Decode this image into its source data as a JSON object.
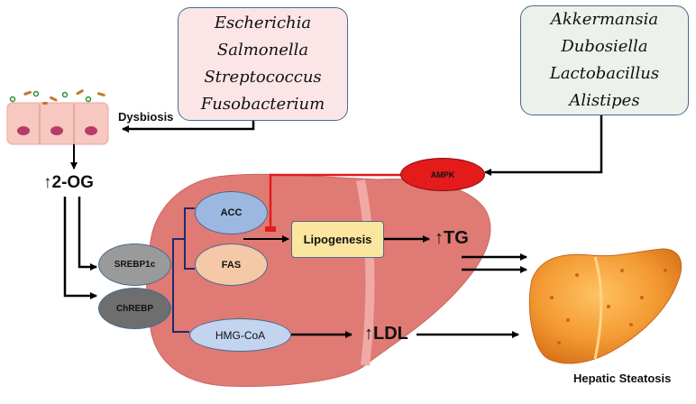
{
  "pathogenic_bacteria": [
    "Escherichia",
    "Salmonella",
    "Streptococcus",
    "Fusobacterium"
  ],
  "beneficial_bacteria": [
    "Akkermansia",
    "Dubosiella",
    "Lactobacillus",
    "Alistipes"
  ],
  "labels": {
    "dysbiosis": "Dysbiosis",
    "two_og": "↑2-OG",
    "tg": "↑TG",
    "ldl": "↑LDL",
    "hepatic_steatosis": "Hepatic Steatosis"
  },
  "nodes": {
    "ampk": "AMPK",
    "acc": "ACC",
    "fas": "FAS",
    "srebp1c": "SREBP1c",
    "chrebp": "ChREBP",
    "hmg_coa": "HMG-CoA",
    "lipogenesis": "Lipogenesis"
  },
  "colors": {
    "pathogen_box": "#fbe5e7",
    "beneficial_box": "#edf1ec",
    "box_border": "#4a6a8f",
    "liver": "#e07a75",
    "liver_light": "#f0aaa5",
    "fatty_liver": "#f39a33",
    "ampk": "#e31b1b",
    "acc_fas_oval": "#9cb8e0",
    "fas_oval": "#f5c9a8",
    "grey_oval": "#9a9a9a",
    "dark_grey_oval": "#6e6e6e",
    "lipogenesis_box": "#fbe6a0",
    "inhibition": "#e31b1b",
    "bracket": "#1f2a6b"
  }
}
